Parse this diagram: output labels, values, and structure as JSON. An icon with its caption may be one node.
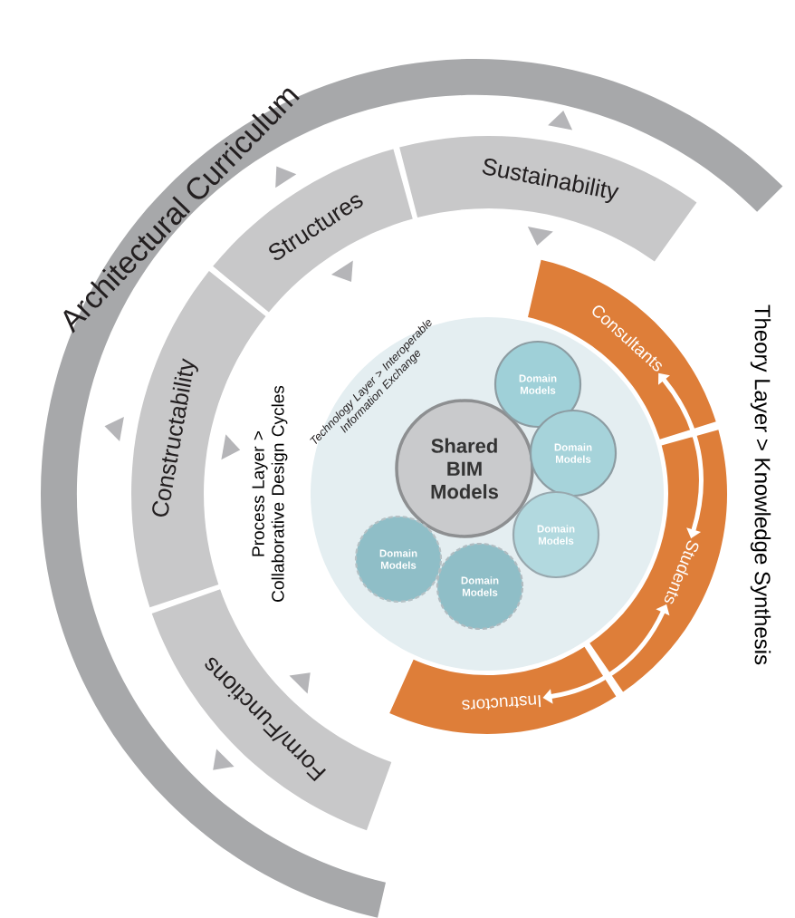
{
  "diagram": {
    "nodes": [
      {
        "text": [
          "Architectural Curriculum"
        ]
      },
      {
        "text": [
          "Sustainability"
        ]
      },
      {
        "text": [
          "Structures"
        ]
      },
      {
        "text": [
          "Constructability"
        ]
      },
      {
        "text": [
          "Form/Functions"
        ]
      },
      {
        "text": [
          "Technology Layer > Interoperable Information Exchange"
        ]
      },
      {
        "text": [
          "Shared BIM Models"
        ],
        "in": 5
      },
      {
        "text": [
          "Domain Models"
        ],
        "in": 5
      },
      {
        "text": [
          "Domain Models"
        ],
        "in": 5
      },
      {
        "text": [
          "Domain Models"
        ],
        "in": 5
      },
      {
        "text": [
          "Domain Models"
        ],
        "in": 5
      },
      {
        "text": [
          "Domain Models"
        ],
        "in": 5
      },
      {
        "text": [
          "Consultants"
        ]
      },
      {
        "text": [
          "Students"
        ]
      },
      {
        "text": [
          "Instructors"
        ]
      }
    ],
    "edges": [
      {
        "from": 12,
        "to": 13,
        "arrow": "both"
      },
      {
        "from": 13,
        "to": 14,
        "arrow": "both"
      }
    ],
    "labels": [
      "Process Layer > Collaborative Design Cycles",
      "Theory Layer > Knowledge Synthesis"
    ]
  }
}
